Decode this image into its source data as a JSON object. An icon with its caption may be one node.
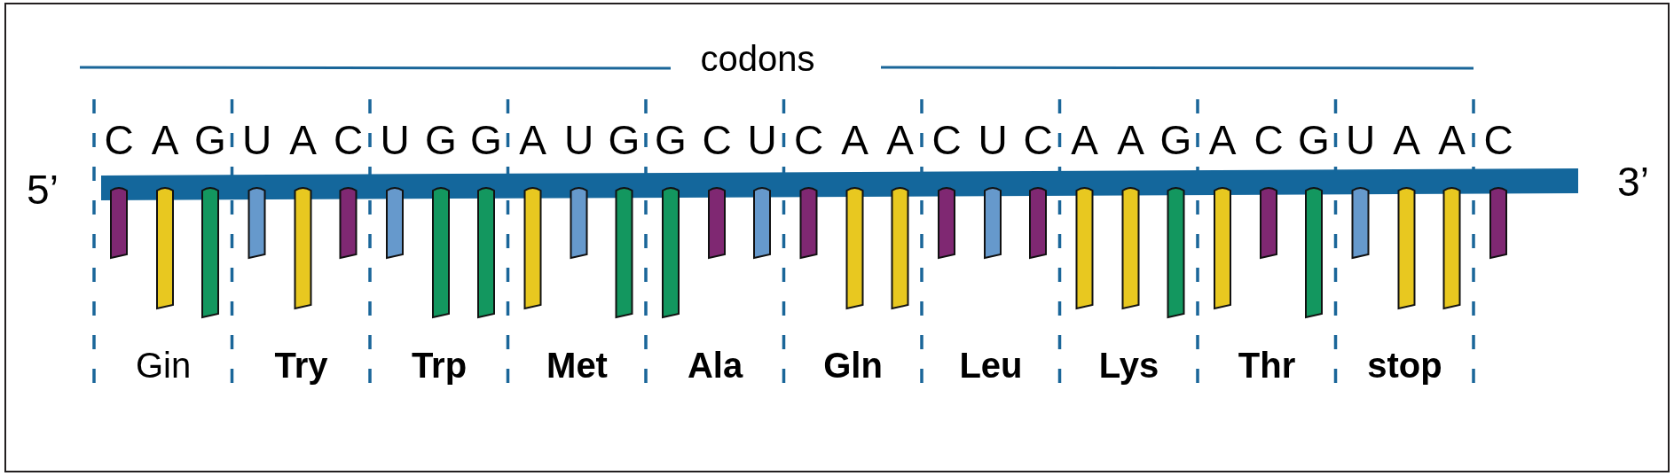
{
  "diagram": {
    "labels": [
      "codons",
      "C",
      "A",
      "G",
      "U",
      "A",
      "C",
      "U",
      "G",
      "G",
      "A",
      "U",
      "G",
      "G",
      "C",
      "U",
      "C",
      "A",
      "A",
      "C",
      "U",
      "C",
      "A",
      "A",
      "G",
      "A",
      "C",
      "G",
      "U",
      "A",
      "A",
      "C",
      "5’",
      "3’",
      "Gin",
      "Try",
      "Trp",
      "Met",
      "Ala",
      "Gln",
      "Leu",
      "Lys",
      "Thr",
      "stop"
    ]
  }
}
